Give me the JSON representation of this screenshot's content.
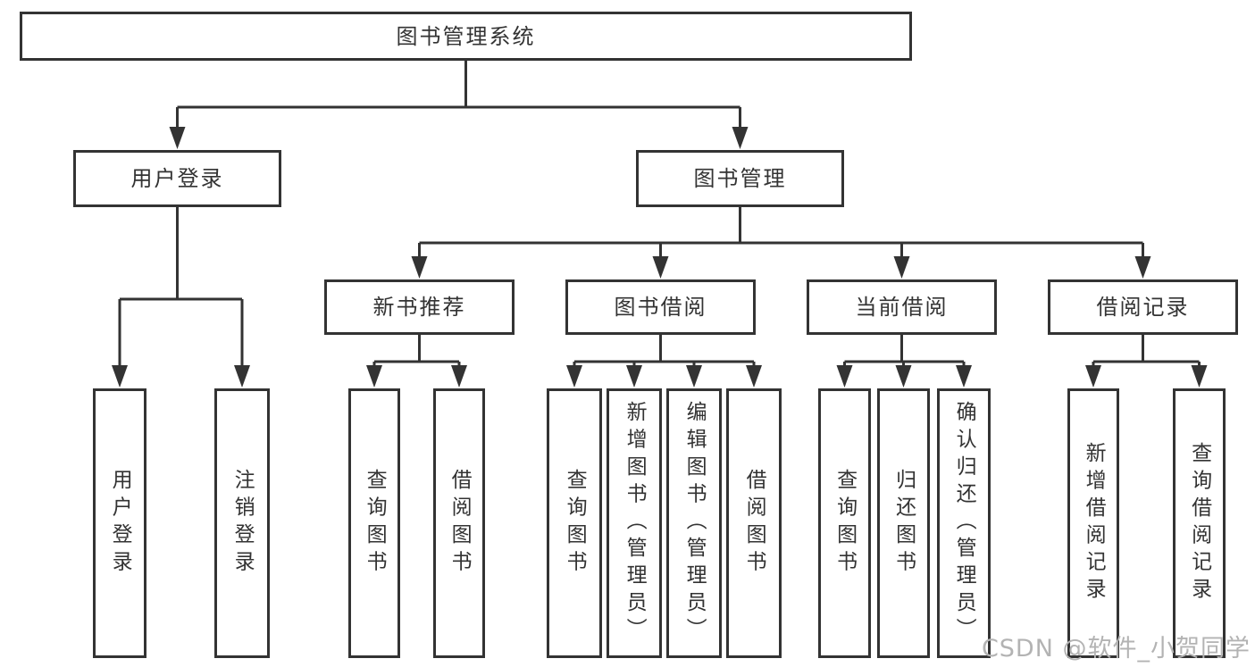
{
  "tree": {
    "label": "图书管理系统",
    "children": [
      {
        "label": "用户登录",
        "children": [
          {
            "label": "用户登录"
          },
          {
            "label": "注销登录"
          }
        ]
      },
      {
        "label": "图书管理",
        "children": [
          {
            "label": "新书推荐",
            "children": [
              {
                "label": "查询图书"
              },
              {
                "label": "借阅图书"
              }
            ]
          },
          {
            "label": "图书借阅",
            "children": [
              {
                "label": "查询图书"
              },
              {
                "label": "新增图书（管理员）"
              },
              {
                "label": "编辑图书（管理员）"
              },
              {
                "label": "借阅图书"
              }
            ]
          },
          {
            "label": "当前借阅",
            "children": [
              {
                "label": "查询图书"
              },
              {
                "label": "归还图书"
              },
              {
                "label": "确认归还（管理员）"
              }
            ]
          },
          {
            "label": "借阅记录",
            "children": [
              {
                "label": "新增借阅记录"
              },
              {
                "label": "查询借阅记录"
              }
            ]
          }
        ]
      }
    ]
  },
  "watermark": {
    "text": "CSDN @软件_小贺同学"
  },
  "colors": {
    "line": "#333333",
    "box_border": "#333333",
    "box_background": "#ffffff",
    "text": "#333333",
    "watermark": "#b3b3b3",
    "background": "#ffffff"
  }
}
